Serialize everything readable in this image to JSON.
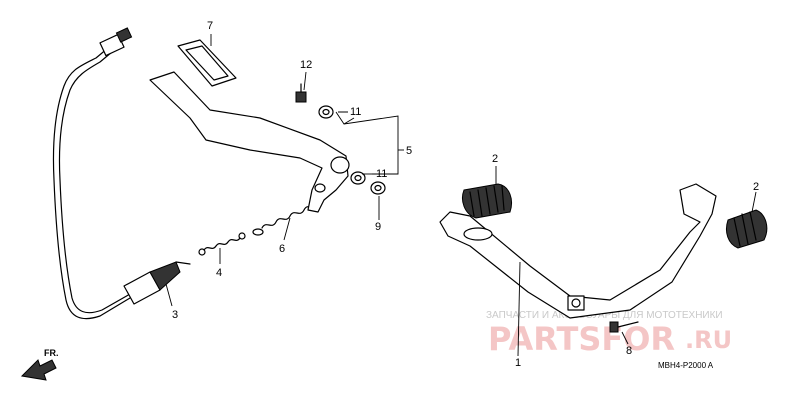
{
  "callouts": {
    "c1": "1",
    "c2a": "2",
    "c2b": "2",
    "c3": "3",
    "c4": "4",
    "c5": "5",
    "c6": "6",
    "c7": "7",
    "c8": "8",
    "c9": "9",
    "c11a": "11",
    "c11b": "11",
    "c12": "12"
  },
  "diagram_code": "MBH4-P2000 A",
  "front_indicator": "FR.",
  "watermark": {
    "tagline": "ЗАПЧАСТИ И АКСЕССУАРЫ ДЛЯ МОТОТЕХНИКИ",
    "brand": "PARTSFOR",
    "domain": ".RU"
  },
  "colors": {
    "line": "#000000",
    "watermark_red": "#f4c6c6",
    "watermark_gray": "#c9c9c9"
  }
}
